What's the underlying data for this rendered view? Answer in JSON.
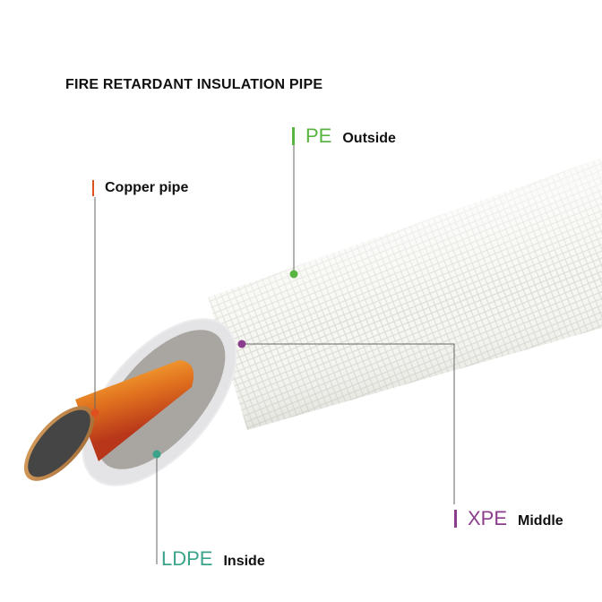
{
  "title": "FIRE RETARDANT INSULATION PIPE",
  "colors": {
    "pe": "#5ab441",
    "copper": "#e0501f",
    "xpe": "#8a3d8c",
    "ldpe": "#3aa38a",
    "leader": "#666666"
  },
  "labels": {
    "pe": {
      "code": "PE",
      "desc": "Outside"
    },
    "copper": {
      "desc": "Copper pipe"
    },
    "xpe": {
      "code": "XPE",
      "desc": "Middle"
    },
    "ldpe": {
      "code": "LDPE",
      "desc": "Inside"
    }
  }
}
